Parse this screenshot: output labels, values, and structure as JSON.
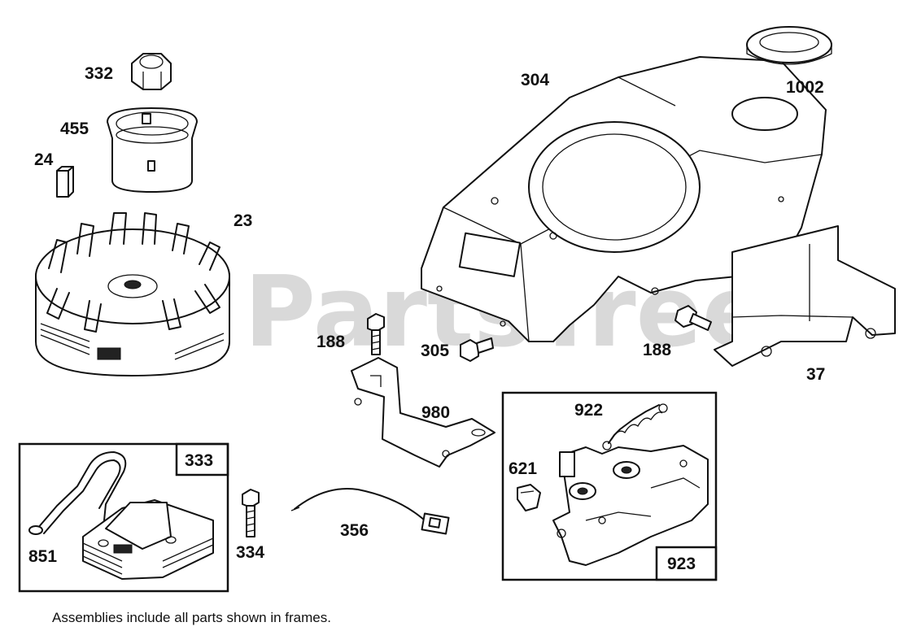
{
  "watermark": {
    "brand": "PartsTree",
    "trademark": "™"
  },
  "footnote": "Assemblies include all parts shown in frames.",
  "labels": {
    "p332": "332",
    "p455": "455",
    "p24": "24",
    "p23": "23",
    "p304": "304",
    "p1002": "1002",
    "p188a": "188",
    "p305": "305",
    "p188b": "188",
    "p37": "37",
    "p980": "980",
    "p922": "922",
    "p621": "621",
    "p923": "923",
    "p333": "333",
    "p851": "851",
    "p334": "334",
    "p356": "356"
  }
}
